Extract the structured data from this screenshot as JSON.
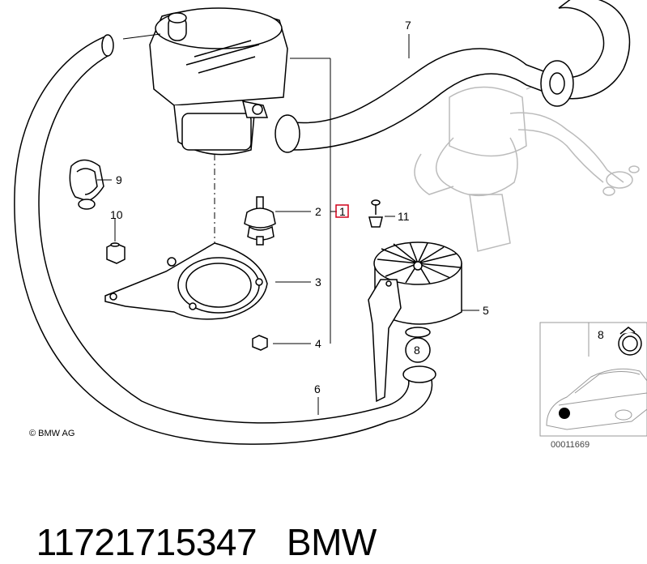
{
  "callouts": {
    "n1": "1",
    "n2": "2",
    "n3": "3",
    "n4": "4",
    "n5": "5",
    "n6": "6",
    "n7": "7",
    "n8": "8",
    "n8b": "8",
    "n9": "9",
    "n10": "10",
    "n11": "11"
  },
  "copyright": "© BMW AG",
  "diagram_id": "00011669",
  "part_number": "11721715347",
  "brand": "BMW",
  "colors": {
    "highlight": "#d0021b",
    "line": "#000000",
    "ghost": "#bbbbbb"
  }
}
